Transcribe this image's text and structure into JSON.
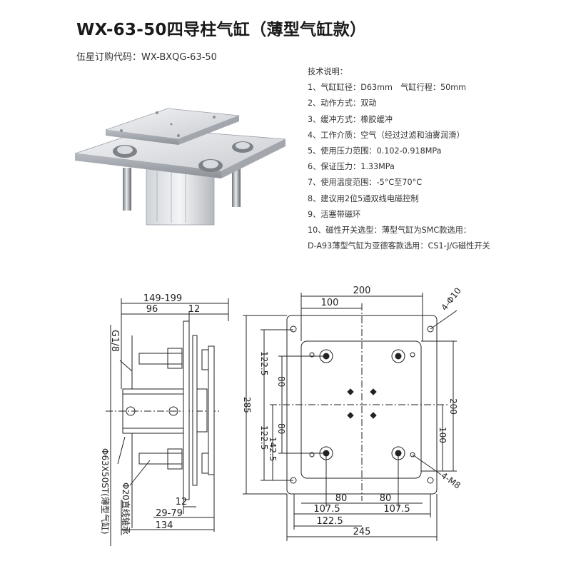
{
  "title": "WX-63-50四导柱气缸（薄型气缸款）",
  "order_code": "伍星订购代码：WX-BXQG-63-50",
  "specs": {
    "heading": "技术说明：",
    "items": [
      "1、气缸缸径：D63mm　气缸行程：50mm",
      "2、动作方式：双动",
      "3、缓冲方式：橡胶缓冲",
      "4、工作介质：空气（经过过滤和油雾润滑）",
      "5、使用压力范围：0.102-0.918MPa",
      "6、保证压力：1.33MPa",
      "7、使用温度范围：-5°C至70°C",
      "8、建议用2位5通双线电磁控制",
      "9、活塞带磁环",
      "10、磁性开关选型：薄型气缸为SMC款选用：",
      "D-A93薄型气缸为亚德客款选用：CS1-J/G磁性开关"
    ]
  },
  "side_view": {
    "dim_total": "149-199",
    "dim_96": "96",
    "dim_12_top": "12",
    "label_port": "G1/8",
    "dim_12_bottom": "12",
    "dim_stroke": "29-79",
    "dim_134": "134",
    "label_cylinder": "Φ63X50ST(薄型气缸)",
    "label_bearing": "Φ20直线轴承"
  },
  "front_view": {
    "dim_200_top": "200",
    "dim_100_top": "100",
    "label_holes": "4-Φ10",
    "dim_122_5_top": "122.5",
    "dim_80_upper": "80",
    "dim_285": "285",
    "dim_80_lower": "80",
    "dim_122_5_lower": "122.5",
    "dim_142_5": "142.5",
    "dim_200_right": "200",
    "dim_100_right": "100",
    "label_threads": "4-M8",
    "dim_80_left": "80",
    "dim_80_right": "80",
    "dim_107_5_left": "107.5",
    "dim_107_5_right": "107.5",
    "dim_122_5_bottom": "122.5",
    "dim_245": "245"
  }
}
